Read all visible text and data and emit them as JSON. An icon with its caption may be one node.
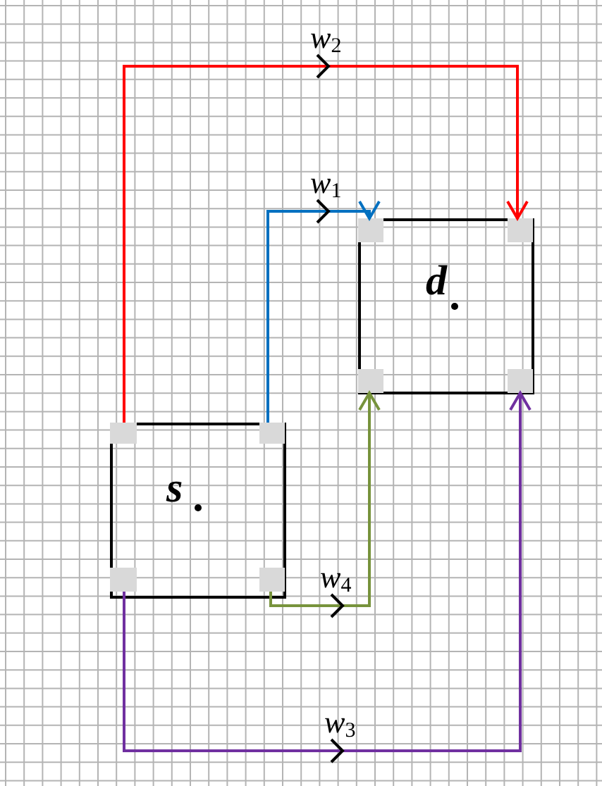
{
  "diagram": {
    "nodes": [
      {
        "text": [
          "d"
        ]
      },
      {
        "text": [],
        "shape": "box",
        "in": 0
      },
      {
        "text": [],
        "shape": "box",
        "in": 0
      },
      {
        "text": [],
        "shape": "box",
        "in": 0
      },
      {
        "text": [],
        "shape": "box",
        "in": 0
      },
      {
        "text": [
          "s"
        ]
      },
      {
        "text": [],
        "shape": "box",
        "in": 5
      },
      {
        "text": [],
        "shape": "box",
        "in": 5
      },
      {
        "text": [],
        "shape": "box",
        "in": 5
      },
      {
        "text": [],
        "shape": "box",
        "in": 5
      }
    ],
    "edges": [
      {
        "from": 6,
        "to": 2,
        "arrow": "to",
        "label": "w$_{2}$",
        "color": "#ff0000"
      },
      {
        "from": 7,
        "to": 1,
        "arrow": "to",
        "label": "w$_{1}$",
        "color": "#0070c0"
      },
      {
        "from": 9,
        "to": 3,
        "arrow": "to",
        "label": "w$_{4}$",
        "color": "#77933c"
      },
      {
        "from": 8,
        "to": 4,
        "arrow": "to",
        "label": "w$_{3}$",
        "color": "#7030a0"
      }
    ]
  }
}
